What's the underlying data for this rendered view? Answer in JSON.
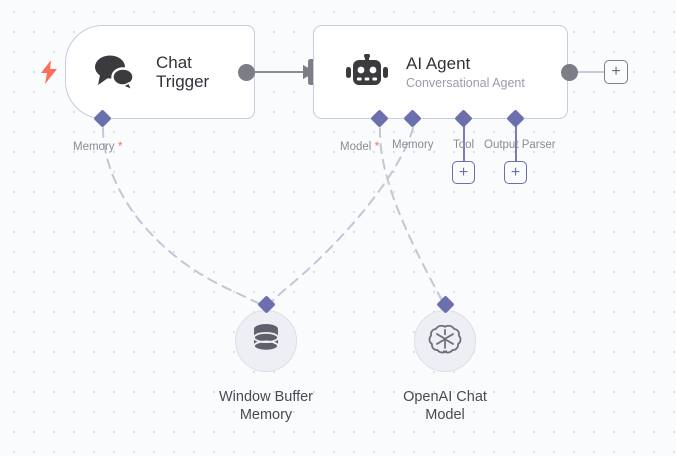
{
  "canvas": {
    "background_color": "#fafbfc",
    "grid_dot_color": "#dcdfea",
    "accent_purple": "#6c6fae",
    "accent_red": "#ff6d5a",
    "node_border": "#c8ccdb"
  },
  "nodes": {
    "chat_trigger": {
      "title": "Chat\nTrigger",
      "icon": "chat-bubbles-icon",
      "trigger_icon": "lightning-bolt-icon",
      "ports": [
        {
          "label": "Memory",
          "required": true,
          "icon": "diamond-connector-icon"
        }
      ]
    },
    "ai_agent": {
      "title": "AI Agent",
      "subtitle": "Conversational Agent",
      "icon": "robot-icon",
      "ports": [
        {
          "label": "Model",
          "required": true,
          "icon": "diamond-connector-icon",
          "has_add_button": false
        },
        {
          "label": "Memory",
          "required": false,
          "icon": "diamond-connector-icon",
          "has_add_button": false
        },
        {
          "label": "Tool",
          "required": false,
          "icon": "diamond-connector-icon",
          "has_add_button": true
        },
        {
          "label": "Output Parser",
          "required": false,
          "icon": "diamond-connector-icon",
          "has_add_button": true
        }
      ],
      "output_add_button": "+"
    },
    "window_buffer_memory": {
      "title": "Window Buffer\nMemory",
      "icon": "database-stack-icon"
    },
    "openai_chat_model": {
      "title": "OpenAI Chat\nModel",
      "icon": "openai-logo-icon"
    }
  },
  "buttons": {
    "plus_label": "+"
  }
}
